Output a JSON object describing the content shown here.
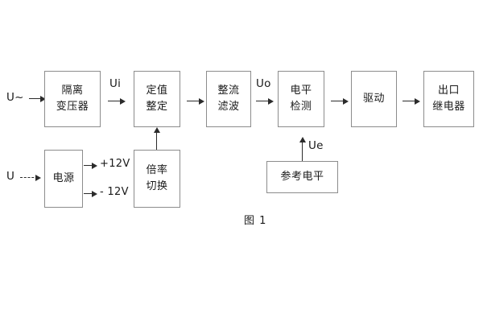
{
  "figure": {
    "caption": "图 1",
    "background_color": "#ffffff",
    "box_border_color": "#8c8c8c",
    "line_color": "#2b2b2b"
  },
  "signal_chain": {
    "input_label": "U~",
    "blocks": [
      {
        "id": "isolation-transformer",
        "lines": [
          "隔离",
          "变压器"
        ]
      },
      {
        "id": "setting-value",
        "lines": [
          "定值",
          "整定"
        ]
      },
      {
        "id": "rectify-filter",
        "lines": [
          "整流",
          "滤波"
        ]
      },
      {
        "id": "level-detection",
        "lines": [
          "电平",
          "检测"
        ]
      },
      {
        "id": "drive",
        "lines": [
          "驱动"
        ]
      },
      {
        "id": "output-relay",
        "lines": [
          "出口",
          "继电器"
        ]
      }
    ],
    "signal_labels": {
      "ui": "Ui",
      "uo": "Uo",
      "ue": "Ue"
    }
  },
  "power_section": {
    "input_label": "U",
    "power_supply": {
      "id": "power-supply",
      "lines": [
        "电源"
      ]
    },
    "rail_positive": "+12V",
    "rail_negative": "- 12V"
  },
  "auxiliary": {
    "multiplier_switch": {
      "id": "multiplier-switch",
      "lines": [
        "倍率",
        "切换"
      ]
    },
    "reference_level": {
      "id": "reference-level",
      "lines": [
        "参考电平"
      ]
    }
  }
}
